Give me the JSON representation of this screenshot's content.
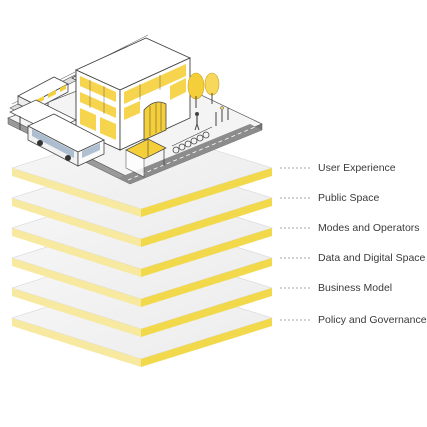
{
  "layers": [
    {
      "label": "User Experience"
    },
    {
      "label": "Public Space"
    },
    {
      "label": "Modes and Operators"
    },
    {
      "label": "Data and Digital Space"
    },
    {
      "label": "Business Model"
    },
    {
      "label": "Policy and Governance"
    }
  ],
  "colors": {
    "layer_top": "#f2f2f2",
    "layer_edge_left": "#f6e68a",
    "layer_edge_right": "#f0d84a",
    "accent_yellow": "#f5cf3a",
    "line": "#555555",
    "road": "#8a8a8a"
  },
  "scene": {
    "icons": [
      "train-icon",
      "station-building-icon",
      "bus-icon",
      "bus-shelter-icon",
      "bicycle-rack-icon",
      "tree-icon",
      "pedestrian-icon"
    ]
  }
}
